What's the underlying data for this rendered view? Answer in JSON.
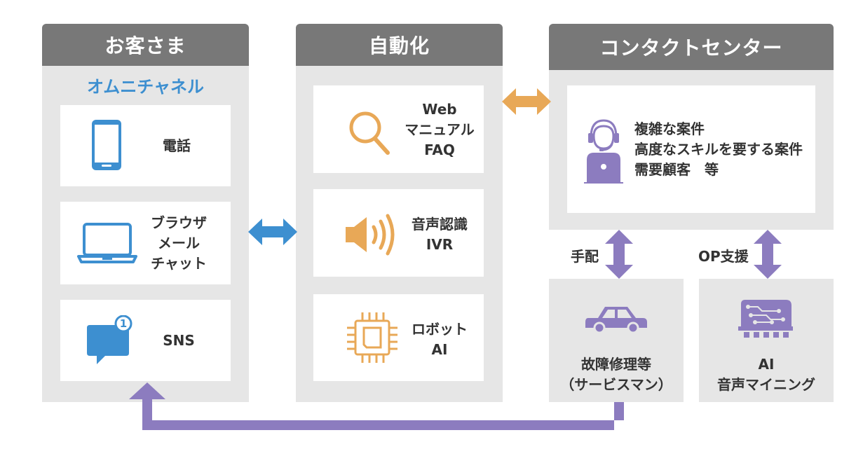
{
  "columns": {
    "customer": {
      "title": "お客さま",
      "subtitle": "オムニチャネル",
      "cards": [
        {
          "icon": "smartphone-icon",
          "lines": [
            "電話"
          ]
        },
        {
          "icon": "laptop-icon",
          "lines": [
            "ブラウザ",
            "メール",
            "チャット"
          ]
        },
        {
          "icon": "chat-bubble-icon",
          "badge": "1",
          "lines": [
            "SNS"
          ]
        }
      ]
    },
    "automation": {
      "title": "自動化",
      "cards": [
        {
          "icon": "search-icon",
          "lines": [
            "Web",
            "マニュアル",
            "FAQ"
          ]
        },
        {
          "icon": "speaker-icon",
          "lines": [
            "音声認識",
            "IVR"
          ]
        },
        {
          "icon": "chip-icon",
          "lines": [
            "ロボット",
            "AI"
          ]
        }
      ]
    },
    "contact_center": {
      "title": "コンタクトセンター",
      "card": {
        "icon": "operator-icon",
        "lines": [
          "複雑な案件",
          "高度なスキルを要する案件",
          "需要顧客　等"
        ]
      }
    }
  },
  "connectors": {
    "dispatch_label": "手配",
    "op_support_label": "OP支援"
  },
  "sub_boxes": {
    "service": {
      "icon": "car-icon",
      "lines": [
        "故障修理等",
        "（サービスマン）"
      ]
    },
    "ai_mining": {
      "icon": "circuit-board-icon",
      "lines": [
        "AI",
        "音声マイニング"
      ]
    }
  },
  "colors": {
    "header_gray": "#787878",
    "panel_gray": "#e6e6e6",
    "blue": "#3d8fd0",
    "orange": "#e8a857",
    "purple": "#8c7cbf"
  }
}
